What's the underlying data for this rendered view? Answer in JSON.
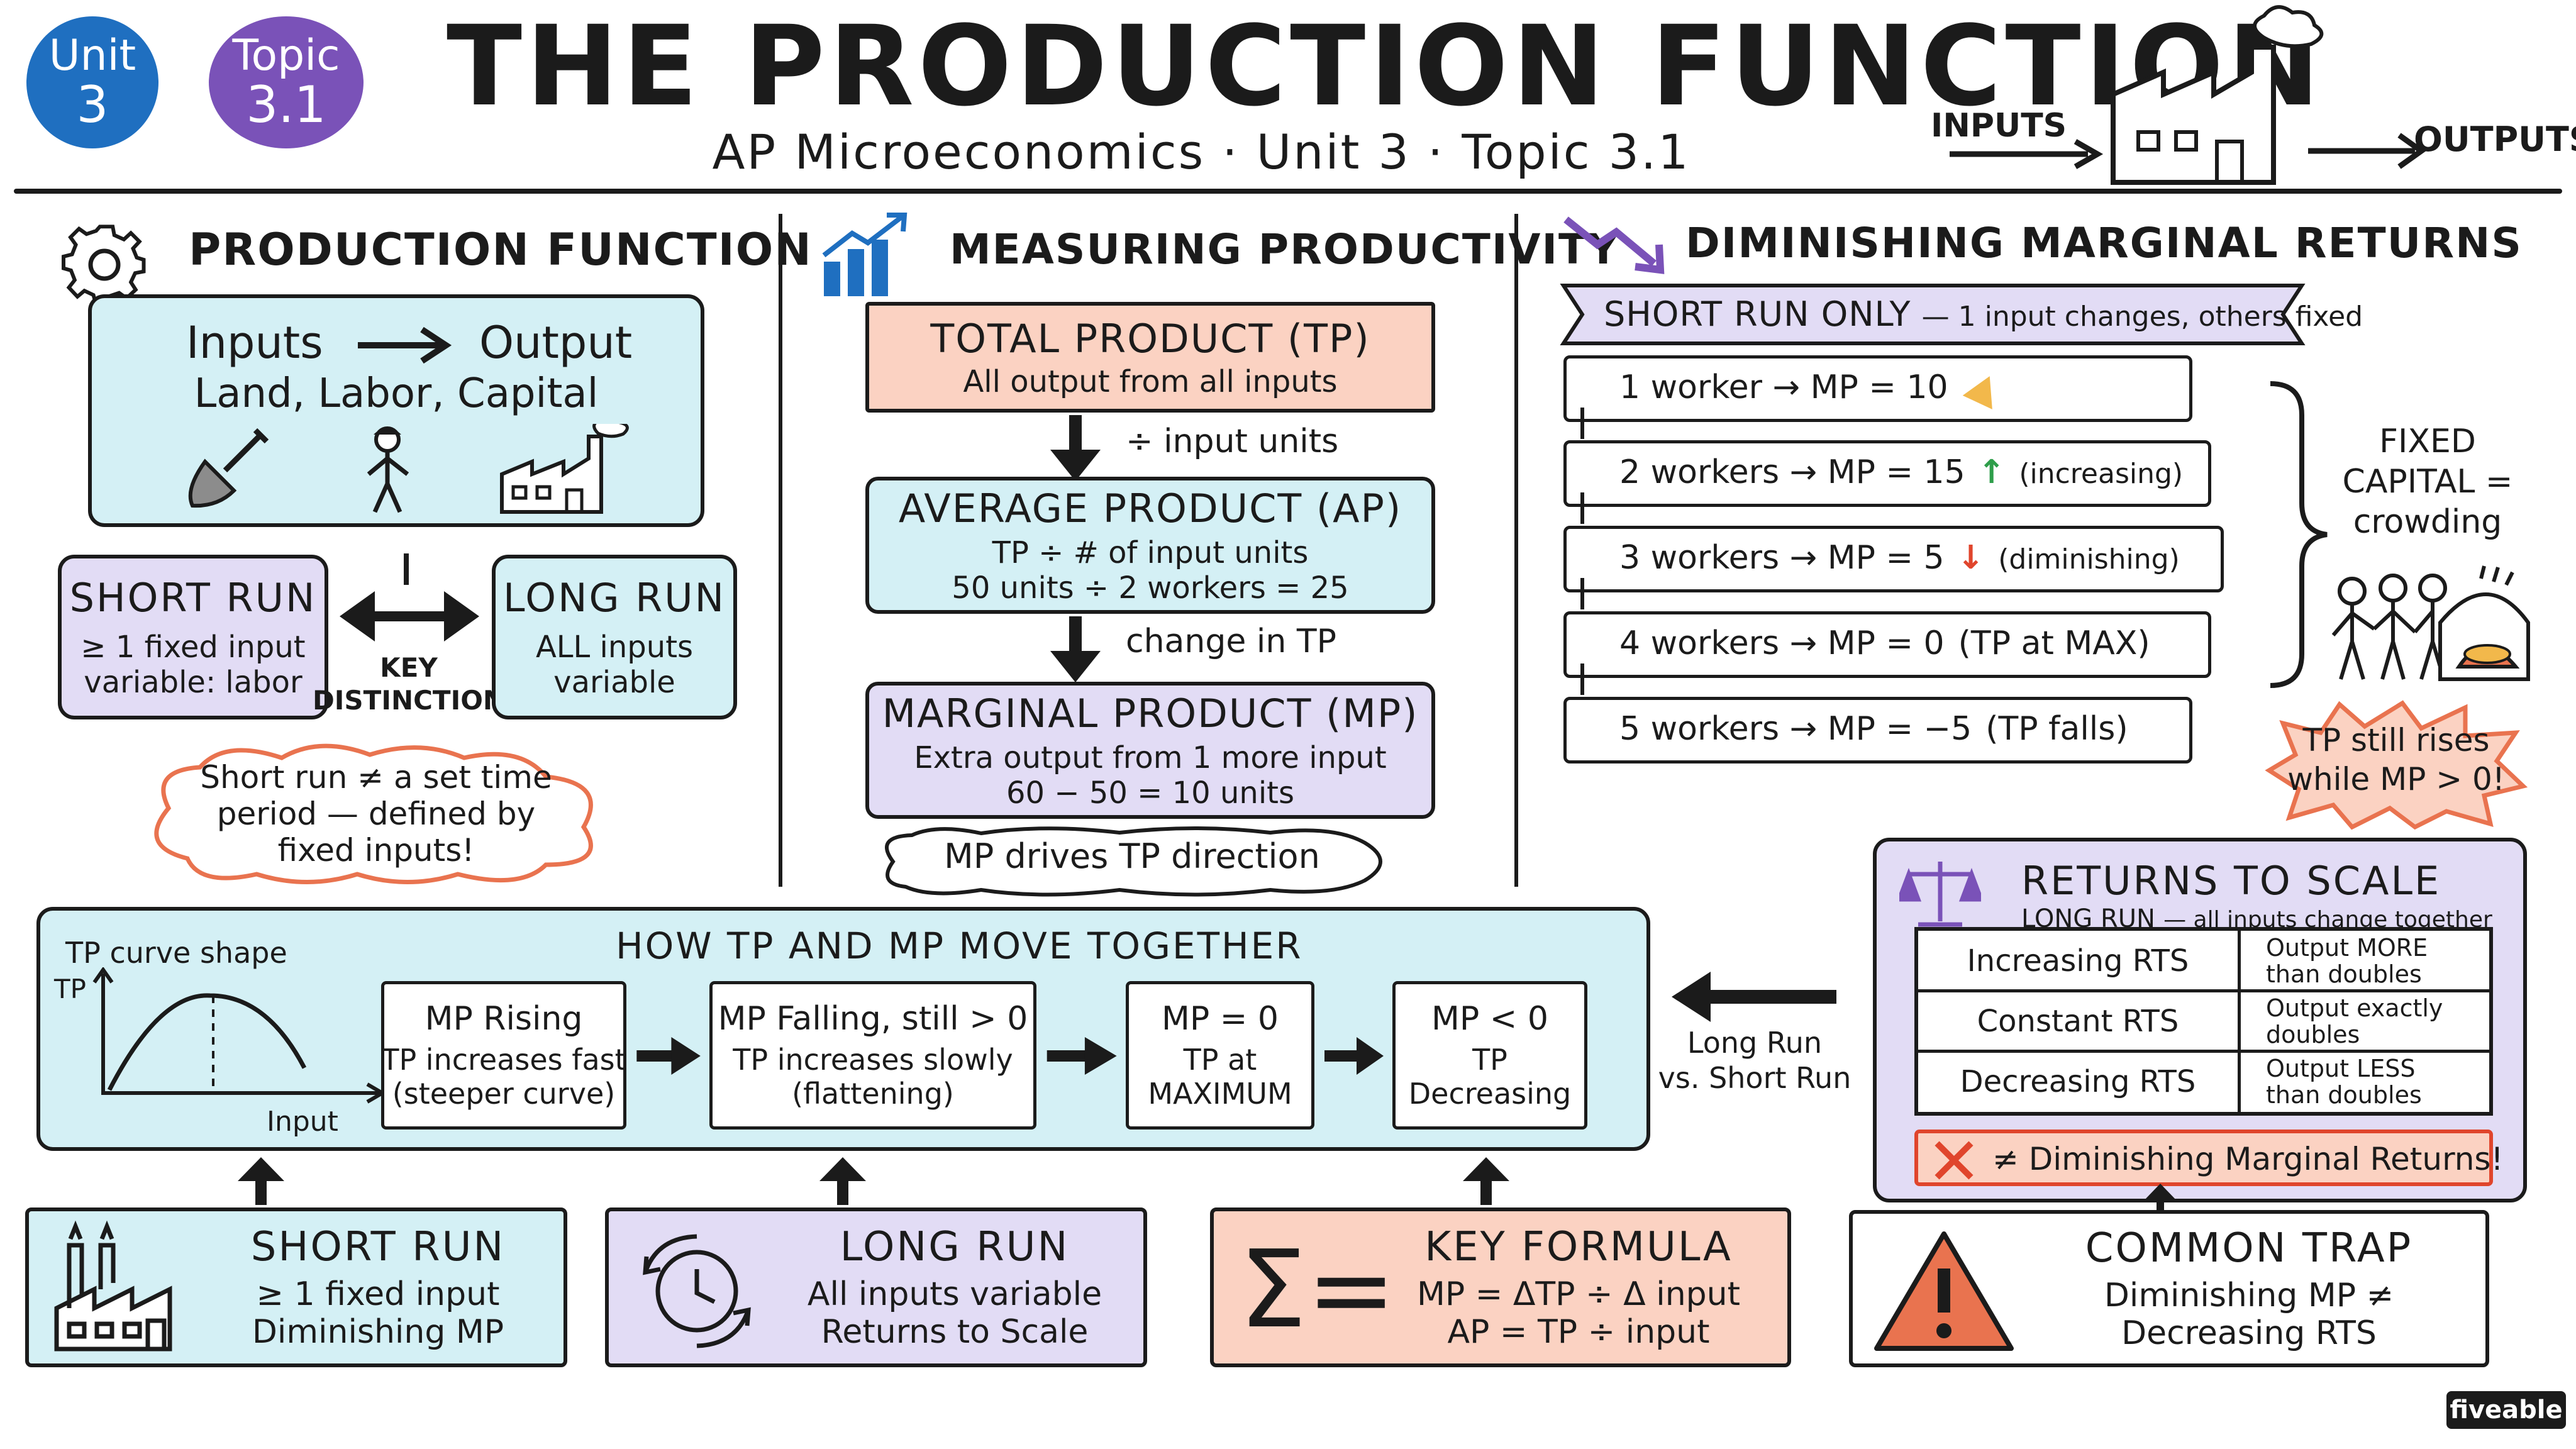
{
  "header": {
    "unit_label": "Unit",
    "unit_number": "3",
    "topic_label": "Topic",
    "topic_number": "3.1",
    "title": "THE PRODUCTION FUNCTION",
    "subtitle": "AP Microeconomics  ·  Unit 3  ·  Topic 3.1",
    "inputs_label": "INPUTS",
    "outputs_label": "OUTPUTS"
  },
  "production_function": {
    "heading": "PRODUCTION FUNCTION",
    "inputs": "Inputs",
    "output": "Output",
    "factors": "Land, Labor, Capital",
    "short_run": {
      "title": "SHORT RUN",
      "line1": "≥ 1 fixed input",
      "line2": "variable: labor"
    },
    "long_run": {
      "title": "LONG RUN",
      "line1": "ALL inputs",
      "line2": "variable"
    },
    "key_distinction": [
      "KEY",
      "DISTINCTION"
    ],
    "cloud": [
      "Short run ≠ a set time",
      "period — defined by",
      "fixed inputs!"
    ]
  },
  "productivity": {
    "heading": "MEASURING PRODUCTIVITY",
    "tp": {
      "title": "TOTAL PRODUCT (TP)",
      "desc": "All output from all inputs"
    },
    "step1": "÷ input units",
    "ap": {
      "title": "AVERAGE PRODUCT (AP)",
      "line1": "TP ÷ # of input units",
      "line2": "50 units ÷ 2 workers = 25"
    },
    "step2": "change in TP",
    "mp": {
      "title": "MARGINAL PRODUCT (MP)",
      "line1": "Extra output from 1 more input",
      "line2": "60 − 50 = 10 units"
    },
    "cloud": "MP drives TP direction"
  },
  "dmr": {
    "heading": "DIMINISHING MARGINAL RETURNS",
    "banner_bold": "SHORT RUN ONLY",
    "banner_rest": "— 1 input changes, others fixed",
    "rows": [
      {
        "workers": "1 worker",
        "mp": "MP = 10",
        "note": ""
      },
      {
        "workers": "2 workers",
        "mp": "MP = 15",
        "note": "(increasing)"
      },
      {
        "workers": "3 workers",
        "mp": "MP = 5",
        "note": "(diminishing)"
      },
      {
        "workers": "4 workers",
        "mp": "MP = 0",
        "note": "(TP at MAX)"
      },
      {
        "workers": "5 workers",
        "mp": "MP = −5",
        "note": "(TP falls)"
      }
    ],
    "fixed_capital": [
      "FIXED",
      "CAPITAL =",
      "crowding"
    ],
    "burst": [
      "TP still rises",
      "while MP > 0!"
    ]
  },
  "rts": {
    "heading": "RETURNS TO SCALE",
    "sub_bold": "LONG RUN",
    "sub_rest": "— all inputs change together",
    "rows": [
      {
        "name": "Increasing RTS",
        "line1": "Output MORE",
        "line2": "than doubles"
      },
      {
        "name": "Constant RTS",
        "line1": "Output exactly",
        "line2": "doubles"
      },
      {
        "name": "Decreasing RTS",
        "line1": "Output LESS",
        "line2": "than doubles"
      }
    ],
    "warning": "≠ Diminishing Marginal Returns!",
    "long_vs_short": [
      "Long Run",
      "vs. Short Run"
    ]
  },
  "tp_mp": {
    "heading": "HOW TP AND MP MOVE TOGETHER",
    "curve_title": "TP curve shape",
    "y_axis": "TP",
    "x_axis": "Input",
    "stages": [
      {
        "title": "MP Rising",
        "line1": "TP increases fast",
        "line2": "(steeper curve)"
      },
      {
        "title": "MP Falling, still > 0",
        "line1": "TP increases slowly",
        "line2": "(flattening)"
      },
      {
        "title": "MP = 0",
        "line1": "TP at",
        "line2": "MAXIMUM"
      },
      {
        "title": "MP < 0",
        "line1": "TP",
        "line2": "Decreasing"
      }
    ]
  },
  "bottom": {
    "short_run": {
      "title": "SHORT RUN",
      "line1": "≥ 1 fixed input",
      "line2": "Diminishing MP"
    },
    "long_run": {
      "title": "LONG RUN",
      "line1": "All inputs variable",
      "line2": "Returns to Scale"
    },
    "formula": {
      "title": "KEY FORMULA",
      "line1": "MP = ΔTP ÷ Δ input",
      "line2": "AP = TP ÷ input"
    },
    "trap": {
      "title": "COMMON TRAP",
      "line1": "Diminishing MP ≠",
      "line2": "Decreasing RTS"
    }
  },
  "brand": "fiveable",
  "colors": {
    "cyan": "#d4f0f5",
    "lavender": "#e2dcf5",
    "salmon": "#fbd2c2",
    "unit_badge": "#1f6fc0",
    "topic_badge": "#7a52b8",
    "up": "#2e9e4a",
    "down": "#e0452c"
  }
}
